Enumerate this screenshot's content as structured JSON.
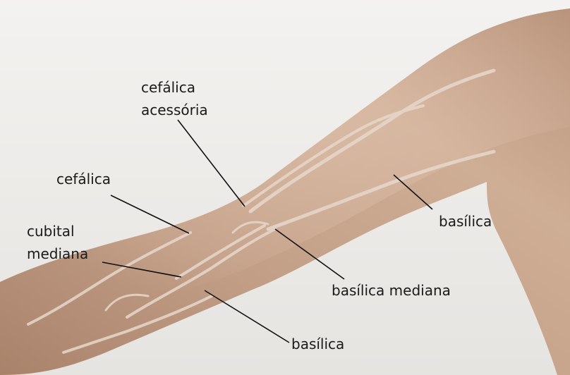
{
  "labels": {
    "cefalica_acessoria_line1": "cefálica",
    "cefalica_acessoria_line2": "acessória",
    "cefalica": "cefálica",
    "cubital_mediana_line1": "cubital",
    "cubital_mediana_line2": "mediana",
    "basilica_upper": "basílica",
    "basilica_mediana": "basílica mediana",
    "basilica_lower": "basílica"
  },
  "colors": {
    "background": "#ecebe9",
    "skin_light": "#d9b79f",
    "skin_dark": "#a9826a",
    "vein": "#e9dcd2",
    "leader_line": "#111111"
  }
}
